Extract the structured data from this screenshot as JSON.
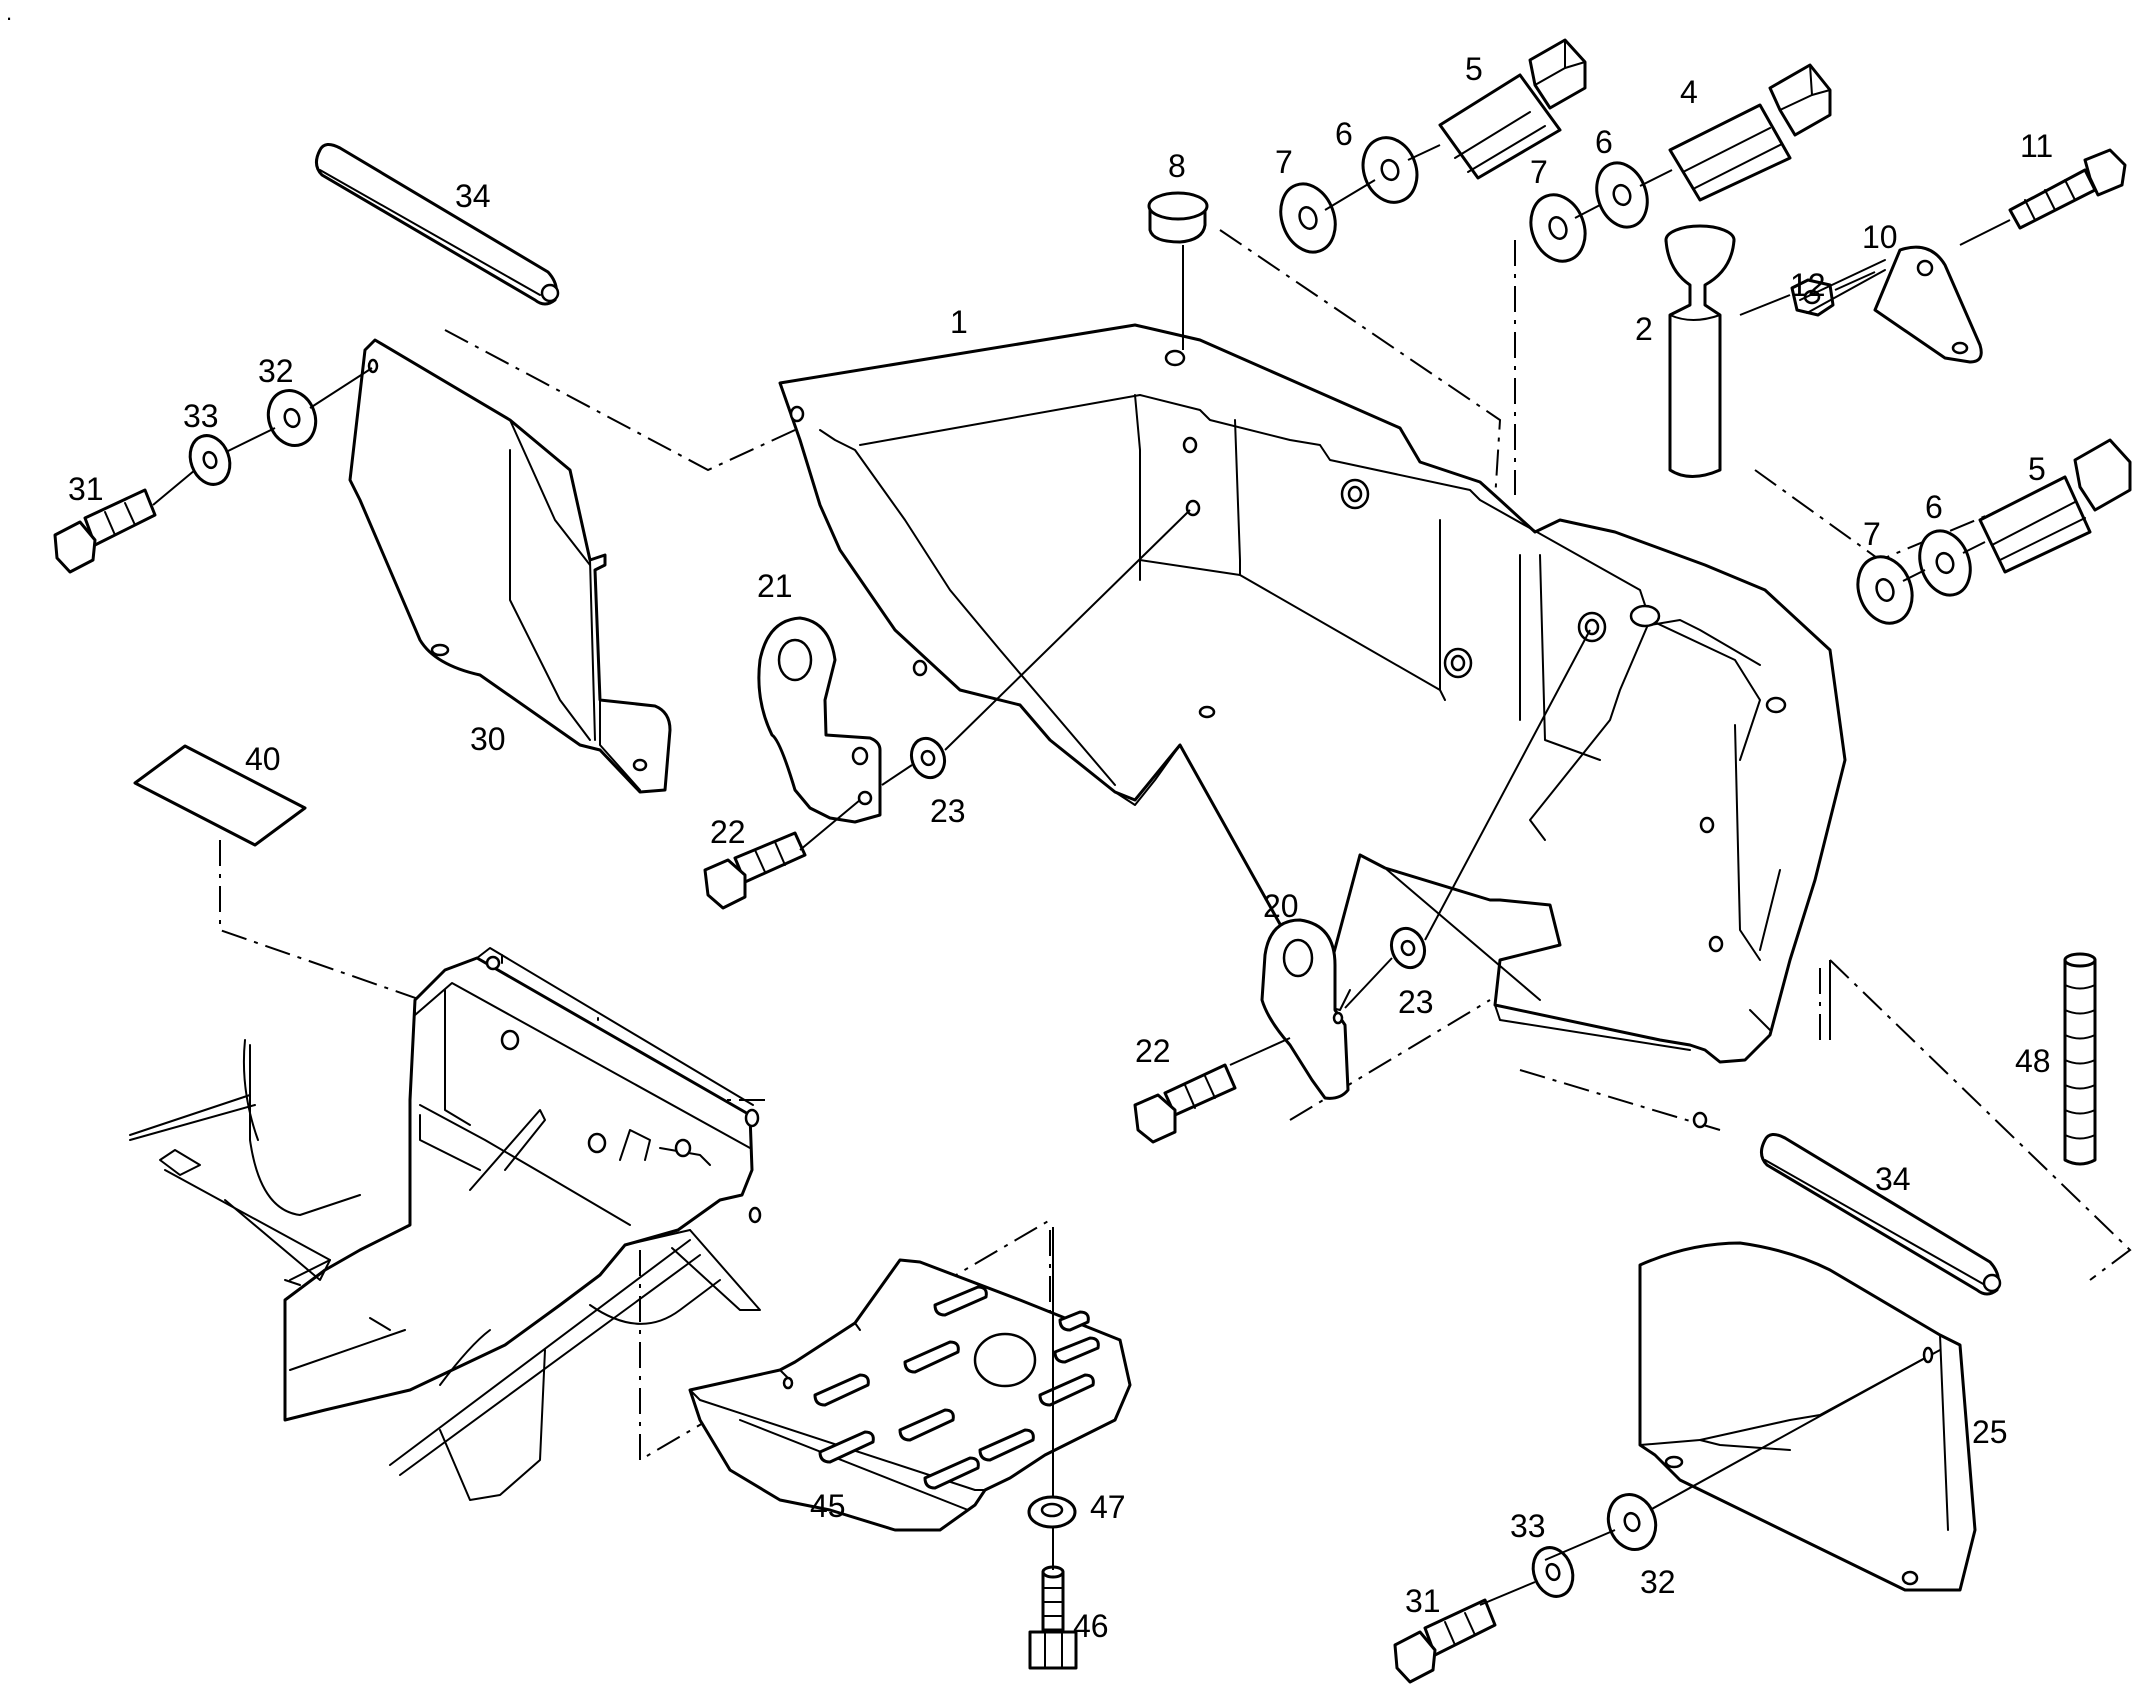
{
  "diagram": {
    "corner_mark": ".",
    "callouts": {
      "p1": "1",
      "p2": "2",
      "p4": "4",
      "p5a": "5",
      "p5b": "5",
      "p6a": "6",
      "p6b": "6",
      "p6c": "6",
      "p7a": "7",
      "p7b": "7",
      "p7c": "7",
      "p8": "8",
      "p10": "10",
      "p11": "11",
      "p12": "12",
      "p20": "20",
      "p21": "21",
      "p22a": "22",
      "p22b": "22",
      "p23a": "23",
      "p23b": "23",
      "p25": "25",
      "p30": "30",
      "p31a": "31",
      "p31b": "31",
      "p32a": "32",
      "p32b": "32",
      "p33a": "33",
      "p33b": "33",
      "p34a": "34",
      "p34b": "34",
      "p40": "40",
      "p45": "45",
      "p46": "46",
      "p47": "47",
      "p48": "48"
    }
  }
}
